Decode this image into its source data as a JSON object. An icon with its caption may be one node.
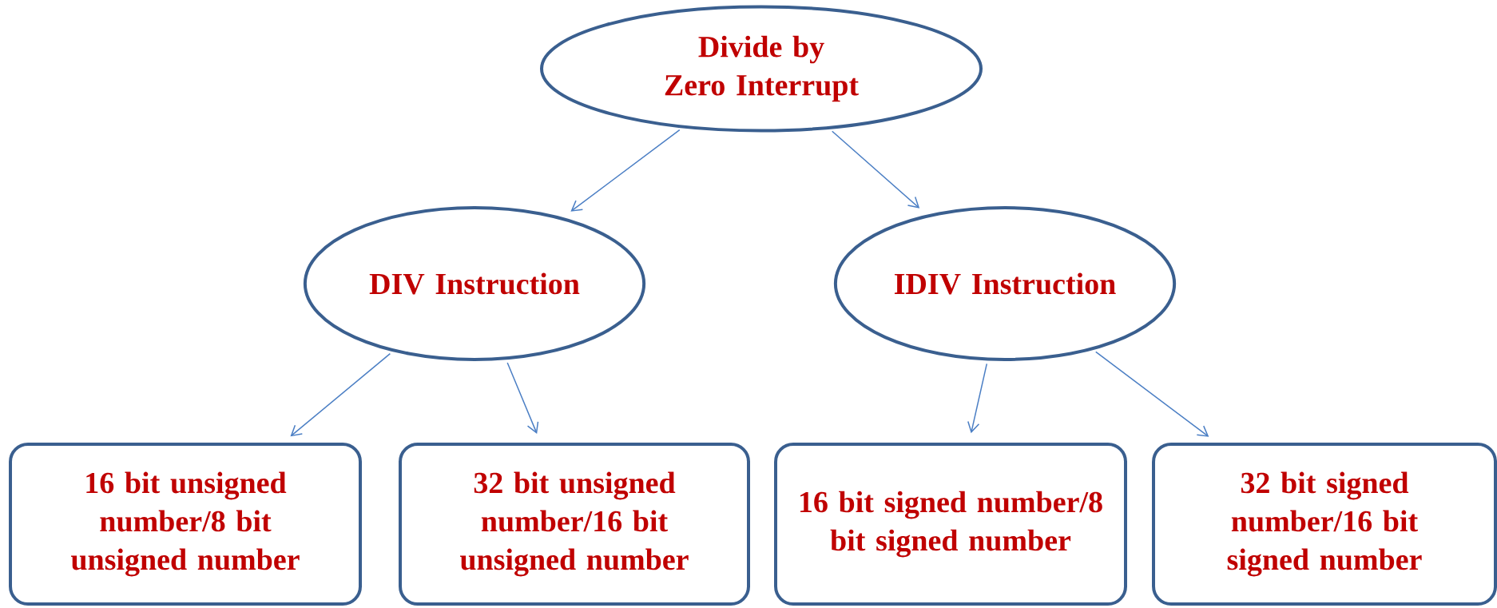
{
  "diagram": {
    "nodes": [
      {
        "text": [
          "Divide by Zero Interrupt"
        ]
      },
      {
        "text": [
          "DIV Instruction"
        ]
      },
      {
        "text": [
          "IDIV Instruction"
        ]
      },
      {
        "text": [
          "16 bit unsigned number/8 bit unsigned number"
        ]
      },
      {
        "text": [
          "32 bit unsigned number/16 bit unsigned number"
        ]
      },
      {
        "text": [
          "16 bit signed number/8 bit signed number"
        ]
      },
      {
        "text": [
          "32 bit signed number/16 bit signed number"
        ]
      }
    ],
    "edges": [
      {
        "from": 0,
        "to": 1,
        "arrow": "to"
      },
      {
        "from": 0,
        "to": 2,
        "arrow": "to"
      },
      {
        "from": 1,
        "to": 3,
        "arrow": "to"
      },
      {
        "from": 1,
        "to": 4,
        "arrow": "to"
      },
      {
        "from": 2,
        "to": 5,
        "arrow": "to"
      },
      {
        "from": 2,
        "to": 6,
        "arrow": "to"
      }
    ]
  }
}
